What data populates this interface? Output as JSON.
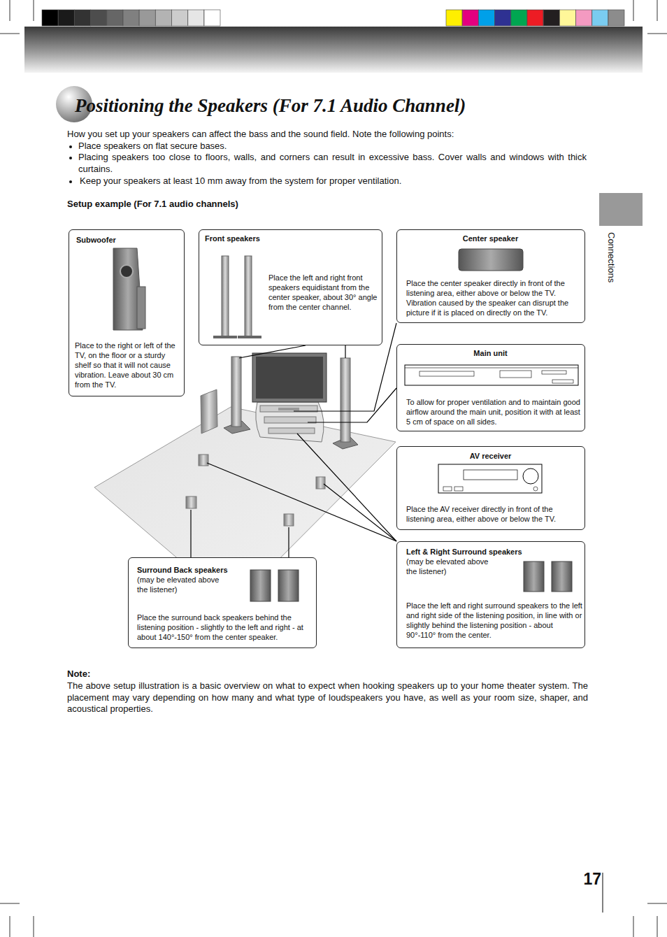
{
  "diagram": {
    "title": "Positioning the Speakers (For 7.1 Audio Channel)",
    "nodes": [
      {
        "text": [
          "Subwoofer",
          "Place to the right or left of the TV, on the floor or a sturdy shelf so that it will not cause vibration. Leave about 30 cm from the TV."
        ]
      },
      {
        "text": [
          "Front speakers",
          "Place the left and right front speakers equidistant from the center speaker, about 30° angle from the center channel."
        ]
      },
      {
        "text": [
          "Center speaker",
          "Place the center speaker directly in front of the listening area, either above or below the TV. Vibration caused by the speaker can disrupt the picture if it is placed on directly on the TV."
        ]
      },
      {
        "text": [
          "Main unit",
          "To allow for proper ventilation and to maintain good airflow around the main unit, position it with at least 5 cm of space on all sides."
        ]
      },
      {
        "text": [
          "AV receiver",
          "Place the AV receiver directly in front of the listening area, either above or below the TV."
        ]
      },
      {
        "text": [
          "Left & Right Surround speakers",
          "(may be elevated above the listener)",
          "Place the left and right surround speakers to the left and right side of the listening position, in line with or slightly behind the listening position - about 90°-110° from the center."
        ]
      },
      {
        "text": [
          "Surround Back speakers",
          "(may be elevated above the listener)",
          "Place the surround back speakers behind the listening position - slightly to the left and right - at about 140°-150° from the center speaker."
        ]
      }
    ],
    "labels": [
      "How you set up your speakers can affect the bass and the sound field. Note the following points:",
      "Place speakers on flat secure bases.",
      "Placing speakers too close to floors, walls, and corners can result in excessive bass. Cover walls and windows with thick curtains.",
      "Keep your speakers at least 10 mm away from the system for proper ventilation.",
      "Setup example (For 7.1 audio channels)",
      "Connections",
      "Note:",
      "The above setup illustration is a basic overview on what to expect when hooking speakers up to your home theater system. The placement may vary depending on how many and what type of loudspeakers you have, as well as your room size, shaper, and acoustical properties.",
      "17"
    ]
  }
}
